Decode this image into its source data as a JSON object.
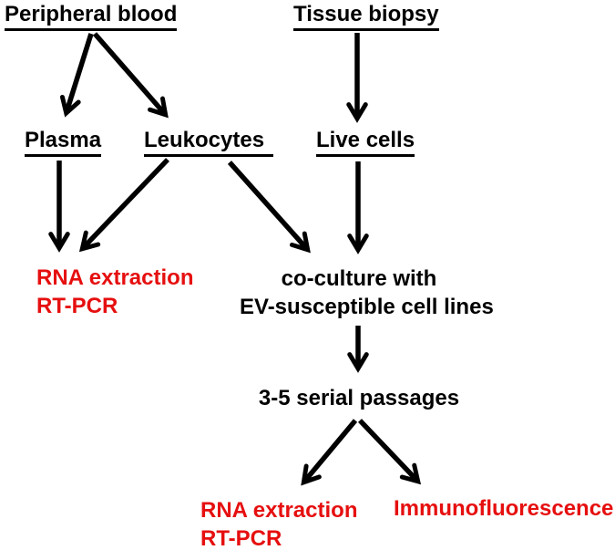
{
  "diagram": {
    "type": "flowchart",
    "colors": {
      "background": "#ffffff",
      "ink": "#000000",
      "red": "#e60f0f"
    },
    "nodes": {
      "peripheral_blood": "Peripheral blood",
      "tissue_biopsy": "Tissue biopsy",
      "plasma": "Plasma",
      "leukocytes": "Leukocytes",
      "live_cells": "Live cells",
      "rna_left_line1": "RNA extraction",
      "rna_left_line2": "RT-PCR",
      "coculture_line1": "co-culture with",
      "coculture_line2": "EV-susceptible cell lines",
      "passages": "3-5 serial passages",
      "rna_bottom_line1": "RNA extraction",
      "rna_bottom_line2": "RT-PCR",
      "immunofluorescence": "Immunofluorescence"
    },
    "edges": [
      {
        "from": "peripheral-blood",
        "to": "plasma"
      },
      {
        "from": "peripheral-blood",
        "to": "leukocytes"
      },
      {
        "from": "tissue-biopsy",
        "to": "live-cells"
      },
      {
        "from": "plasma",
        "to": "rna-extraction-rt-pcr-left"
      },
      {
        "from": "leukocytes",
        "to": "rna-extraction-rt-pcr-left"
      },
      {
        "from": "leukocytes",
        "to": "co-culture-ev-susceptible-cell-lines"
      },
      {
        "from": "live-cells",
        "to": "co-culture-ev-susceptible-cell-lines"
      },
      {
        "from": "co-culture-ev-susceptible-cell-lines",
        "to": "serial-passages"
      },
      {
        "from": "serial-passages",
        "to": "rna-extraction-rt-pcr-bottom"
      },
      {
        "from": "serial-passages",
        "to": "immunofluorescence"
      }
    ]
  }
}
